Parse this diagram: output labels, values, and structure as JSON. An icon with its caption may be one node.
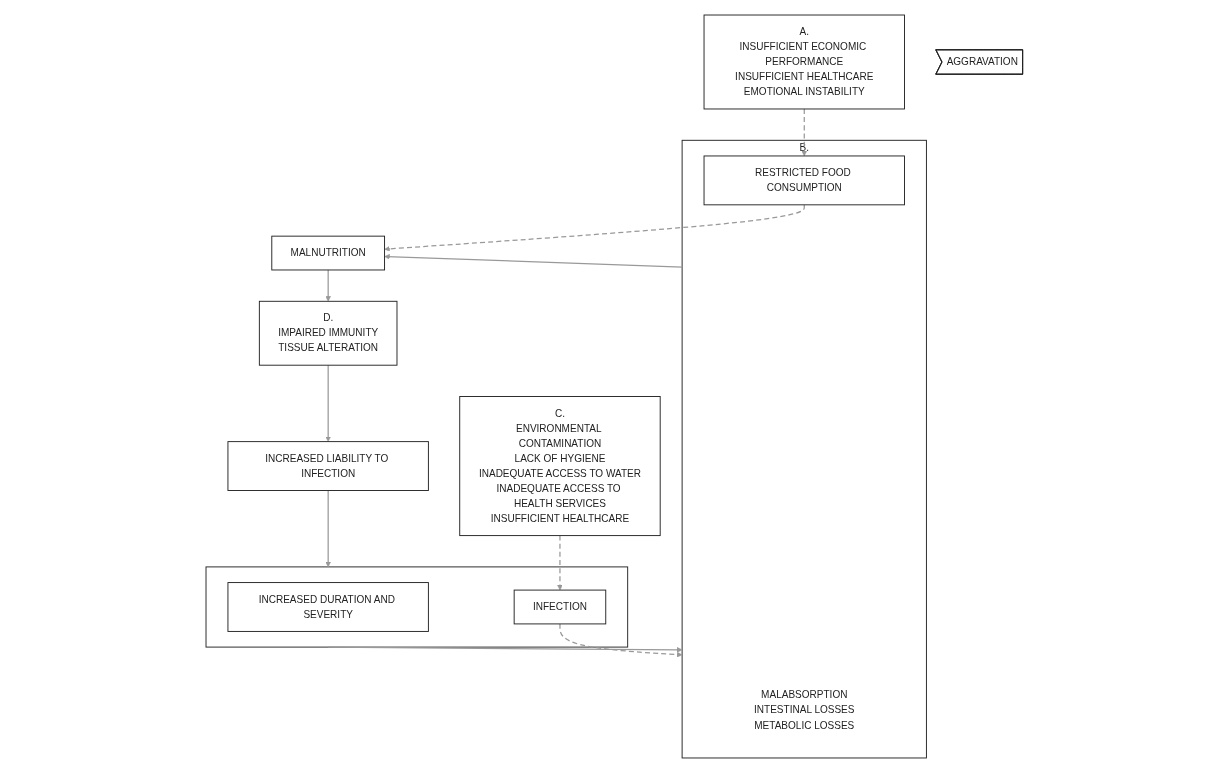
{
  "diagram": {
    "nodes": [
      {
        "text": [
          "A.",
          "INSUFFICIENT ECONOMIC PERFORMANCE",
          "INSUFFICIENT HEALTHCARE",
          "EMOTIONAL INSTABILITY"
        ]
      },
      {
        "text": [
          "MALNUTRITION"
        ]
      },
      {
        "text": [
          "D.",
          "IMPAIRED IMMUNITY",
          "TISSUE ALTERATION"
        ]
      },
      {
        "text": [
          "B.",
          "MALABSORPTION",
          "INTESTINAL LOSSES",
          "METABOLIC LOSSES"
        ]
      },
      {
        "text": [
          "RESTRICTED FOOD CONSUMPTION"
        ],
        "in": 3
      },
      {
        "text": [
          "AGGRAVATION"
        ]
      },
      {
        "text": [
          "INCREASED LIABILITY TO INFECTION"
        ]
      },
      {
        "text": [],
        "shape": "box"
      },
      {
        "text": [
          "INFECTION"
        ],
        "in": 7
      },
      {
        "text": [
          "INCREASED DURATION AND SEVERITY"
        ],
        "in": 7
      },
      {
        "text": [
          "C.",
          "ENVIRONMENTAL CONTAMINATION",
          "LACK OF HYGIENE",
          "INADEQUATE ACCESS TO WATER",
          "INADEQUATE ACCESS TO HEALTH SERVICES",
          "INSUFFICIENT HEALTHCARE"
        ]
      }
    ],
    "edges": [
      {
        "from": 0,
        "to": 4,
        "arrow": "to",
        "style": "dashed"
      },
      {
        "from": 4,
        "to": 1,
        "arrow": "to",
        "style": "dashed"
      },
      {
        "from": 3,
        "to": 1,
        "arrow": "to"
      },
      {
        "from": 1,
        "to": 2,
        "arrow": "to"
      },
      {
        "from": 2,
        "to": 6,
        "arrow": "to"
      },
      {
        "from": 6,
        "to": 7,
        "arrow": "to"
      },
      {
        "from": 7,
        "to": 3,
        "arrow": "to"
      },
      {
        "from": 8,
        "to": 3,
        "arrow": "to",
        "style": "dashed"
      },
      {
        "from": 10,
        "to": 8,
        "arrow": "to",
        "style": "dashed"
      }
    ]
  }
}
